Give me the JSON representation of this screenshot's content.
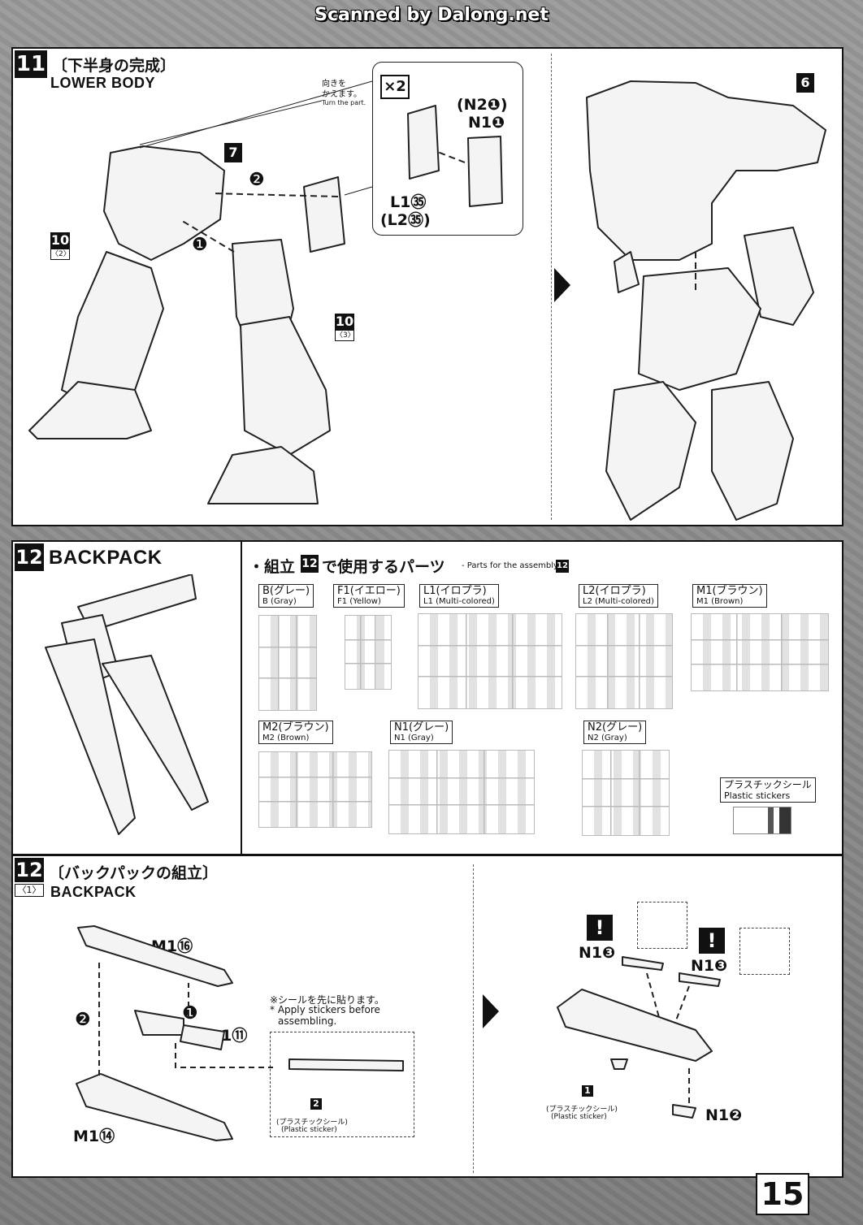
{
  "header": {
    "scan_credit": "Scanned by Dalong.net"
  },
  "step11": {
    "number": "11",
    "title_jp": "〔下半身の完成〕",
    "title_en": "LOWER BODY",
    "turn_note_jp_1": "向きを",
    "turn_note_jp_2": "かえます。",
    "turn_note_en": "Turn the part.",
    "multiplier": "×2",
    "ref_7": "7",
    "ref_6": "6",
    "ref_10a": "10",
    "ref_10a_sub": "〈2〉",
    "ref_10b": "10",
    "ref_10b_sub": "〈3〉",
    "arrow_1": "❶",
    "arrow_2": "❷",
    "part_n2": "(N2❶)",
    "part_n1": "N1❶",
    "part_l1": "L1㉟",
    "part_l2": "(L2㉟)"
  },
  "step12_parts": {
    "number": "12",
    "title_en": "BACKPACK",
    "used_parts_jp_prefix": "・組立",
    "used_parts_jp_suffix": "で使用するパーツ",
    "used_parts_en": "- Parts for the assembly",
    "runners": [
      {
        "jp": "B(グレー)",
        "en": "B (Gray)"
      },
      {
        "jp": "F1(イエロー)",
        "en": "F1 (Yellow)"
      },
      {
        "jp": "L1(イロプラ)",
        "en": "L1 (Multi-colored)"
      },
      {
        "jp": "L2(イロプラ)",
        "en": "L2 (Multi-colored)"
      },
      {
        "jp": "M1(ブラウン)",
        "en": "M1 (Brown)"
      },
      {
        "jp": "M2(ブラウン)",
        "en": "M2 (Brown)"
      },
      {
        "jp": "N1(グレー)",
        "en": "N1 (Gray)"
      },
      {
        "jp": "N2(グレー)",
        "en": "N2 (Gray)"
      }
    ],
    "sticker_jp": "プラスチックシール",
    "sticker_en": "Plastic stickers"
  },
  "step12_assembly": {
    "number": "12",
    "sub": "〈1〉",
    "title_jp": "〔バックパックの組立〕",
    "title_en": "BACKPACK",
    "part_m1_16": "M1⑯",
    "part_l1_11": "L1⑪",
    "part_m1_14": "M1⑭",
    "arrow_1": "❶",
    "arrow_2": "❷",
    "sticker_note_jp": "※シールを先に貼ります。",
    "sticker_note_en_1": "* Apply stickers before",
    "sticker_note_en_2": "assembling.",
    "sticker_num_2": "2",
    "sticker_num_1": "1",
    "plastic_sticker_jp": "(プラスチックシール)",
    "plastic_sticker_en": "(Plastic sticker)",
    "part_n1_3a": "N1❸",
    "part_n1_3b": "N1❸",
    "part_n1_2": "N1❷",
    "warning": "!"
  },
  "footer": {
    "page_number": "15"
  }
}
